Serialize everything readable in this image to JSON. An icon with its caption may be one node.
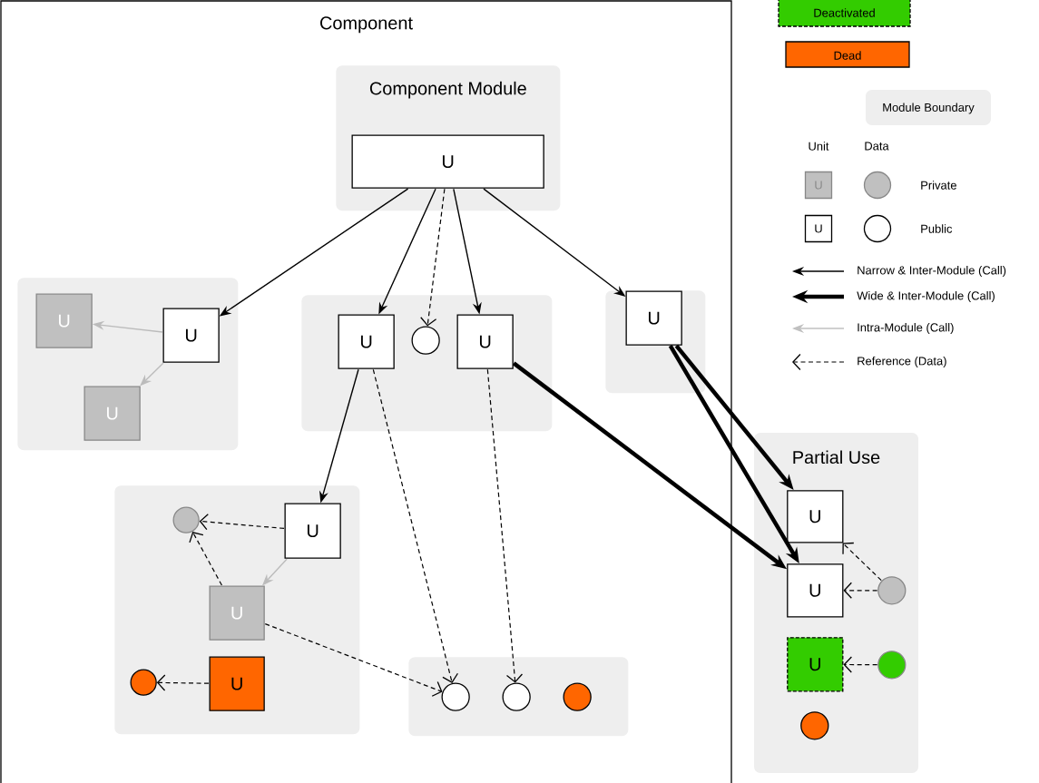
{
  "diagram": {
    "nodes": [
      {
        "text": [
          "Component"
        ]
      },
      {
        "text": [
          "Component Module"
        ],
        "in": 0
      },
      {
        "text": [
          "U"
        ],
        "in": 1
      },
      {
        "text": [],
        "shape": "box",
        "in": 0
      },
      {
        "text": [
          "U"
        ],
        "in": 3
      },
      {
        "text": [
          "U"
        ],
        "in": 3
      },
      {
        "text": [
          "U"
        ],
        "in": 3
      },
      {
        "text": [],
        "shape": "box",
        "in": 0
      },
      {
        "text": [
          "U"
        ],
        "in": 7
      },
      {
        "text": [],
        "shape": "circle",
        "in": 7
      },
      {
        "text": [
          "U"
        ],
        "in": 7
      },
      {
        "text": [],
        "shape": "box",
        "in": 0
      },
      {
        "text": [
          "U"
        ],
        "in": 11
      },
      {
        "text": [],
        "shape": "box",
        "in": 0
      },
      {
        "text": [],
        "shape": "circle",
        "in": 13
      },
      {
        "text": [
          "U"
        ],
        "in": 13
      },
      {
        "text": [
          "U"
        ],
        "in": 13
      },
      {
        "text": [],
        "shape": "circle",
        "in": 13
      },
      {
        "text": [
          "U"
        ],
        "in": 13
      },
      {
        "text": [],
        "shape": "box",
        "in": 0
      },
      {
        "text": [],
        "shape": "circle",
        "in": 19
      },
      {
        "text": [],
        "shape": "circle",
        "in": 19
      },
      {
        "text": [],
        "shape": "circle",
        "in": 19
      },
      {
        "text": [
          "Partial Use"
        ]
      },
      {
        "text": [
          "U"
        ],
        "in": 23
      },
      {
        "text": [
          "U"
        ],
        "in": 23
      },
      {
        "text": [],
        "shape": "circle",
        "in": 23
      },
      {
        "text": [
          "U"
        ],
        "in": 23
      },
      {
        "text": [],
        "shape": "circle",
        "in": 23
      },
      {
        "text": [],
        "shape": "circle",
        "in": 23
      }
    ],
    "edges": [
      {
        "from": 2,
        "to": 4,
        "arrow": "to"
      },
      {
        "from": 2,
        "to": 8,
        "arrow": "to"
      },
      {
        "from": 2,
        "to": 9,
        "arrow": "to",
        "style": "dashed"
      },
      {
        "from": 2,
        "to": 10,
        "arrow": "to"
      },
      {
        "from": 2,
        "to": 12,
        "arrow": "to"
      },
      {
        "from": 4,
        "to": 5,
        "arrow": "to",
        "color": "#bbbbbb"
      },
      {
        "from": 4,
        "to": 6,
        "arrow": "to",
        "color": "#bbbbbb"
      },
      {
        "from": 8,
        "to": 15,
        "arrow": "to"
      },
      {
        "from": 8,
        "to": 20,
        "arrow": "to",
        "style": "dashed"
      },
      {
        "from": 10,
        "to": 21,
        "arrow": "to",
        "style": "dashed"
      },
      {
        "from": 10,
        "to": 25,
        "arrow": "to",
        "style": "thick"
      },
      {
        "from": 12,
        "to": 24,
        "arrow": "to",
        "style": "thick"
      },
      {
        "from": 12,
        "to": 25,
        "arrow": "to",
        "style": "thick"
      },
      {
        "from": 15,
        "to": 14,
        "arrow": "to",
        "style": "dashed"
      },
      {
        "from": 15,
        "to": 16,
        "arrow": "to",
        "color": "#bbbbbb"
      },
      {
        "from": 16,
        "to": 14,
        "arrow": "to",
        "style": "dashed"
      },
      {
        "from": 16,
        "to": 20,
        "arrow": "to",
        "style": "dashed"
      },
      {
        "from": 18,
        "to": 17,
        "arrow": "to",
        "style": "dashed"
      },
      {
        "from": 26,
        "to": 24,
        "arrow": "to",
        "style": "dashed"
      },
      {
        "from": 26,
        "to": 25,
        "arrow": "to",
        "style": "dashed"
      },
      {
        "from": 28,
        "to": 27,
        "arrow": "to",
        "style": "dashed"
      }
    ],
    "labels": [
      "Unit",
      "Data",
      "U",
      "U"
    ],
    "legend": [
      {
        "text": "Deactivated",
        "color": "#33cc00"
      },
      {
        "text": "Dead",
        "color": "#ff6600"
      },
      {
        "text": "Module Boundary",
        "color": "#eeeeee"
      },
      {
        "text": "Private"
      },
      {
        "text": "Public"
      },
      {
        "text": "Narrow & Inter-Module (Call)"
      },
      {
        "text": "Wide & Inter-Module (Call)"
      },
      {
        "text": "Intra-Module (Call)"
      },
      {
        "text": "Reference (Data)"
      }
    ]
  }
}
